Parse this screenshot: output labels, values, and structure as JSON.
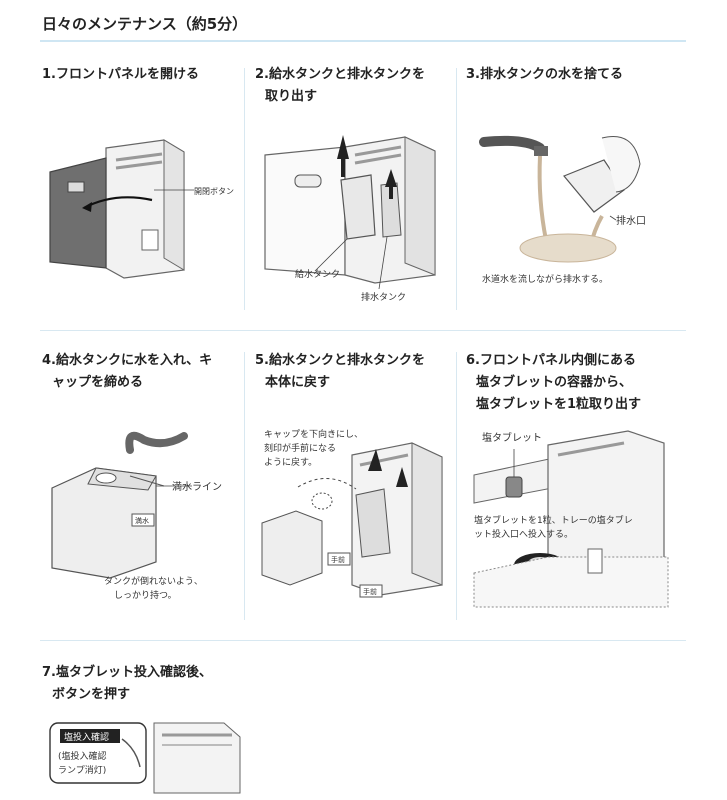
{
  "page_title": "日々のメンテナンス（約5分）",
  "steps": [
    {
      "title_lines": [
        "1.フロントパネルを開ける"
      ],
      "labels": {
        "open_button": "開閉ボタン"
      }
    },
    {
      "title_lines": [
        "2.給水タンクと排水タンクを",
        "取り出す"
      ],
      "labels": {
        "supply_tank": "給水タンク",
        "drain_tank": "排水タンク"
      }
    },
    {
      "title_lines": [
        "3.排水タンクの水を捨てる"
      ],
      "labels": {
        "drain_port": "排水口",
        "note": "水道水を流しながら排水する。"
      }
    },
    {
      "title_lines": [
        "4.給水タンクに水を入れ、キ",
        "ャップを締める"
      ],
      "labels": {
        "full_line": "満水ライン",
        "cap": "満水",
        "note_lines": [
          "タンクが倒れないよう、",
          "しっかり持つ。"
        ]
      }
    },
    {
      "title_lines": [
        "5.給水タンクと排水タンクを",
        "本体に戻す"
      ],
      "labels": {
        "note_lines": [
          "キャップを下向きにし、",
          "刻印が手前になる",
          "ように戻す。"
        ],
        "front_a": "手前",
        "front_b": "手前"
      }
    },
    {
      "title_lines": [
        "6.フロントパネル内側にある",
        "塩タブレットの容器から、",
        "塩タブレットを1粒取り出す"
      ],
      "labels": {
        "salt_tablet": "塩タブレット",
        "note_lines": [
          "塩タブレットを1粒、トレーの塩タブレ",
          "ット投入口へ投入する。"
        ]
      }
    },
    {
      "title_lines": [
        "7.塩タブレット投入確認後、",
        "ボタンを押す"
      ],
      "labels": {
        "button": "塩投入確認",
        "lamp_lines": [
          "(塩投入確認",
          "ランプ消灯)"
        ]
      }
    }
  ]
}
